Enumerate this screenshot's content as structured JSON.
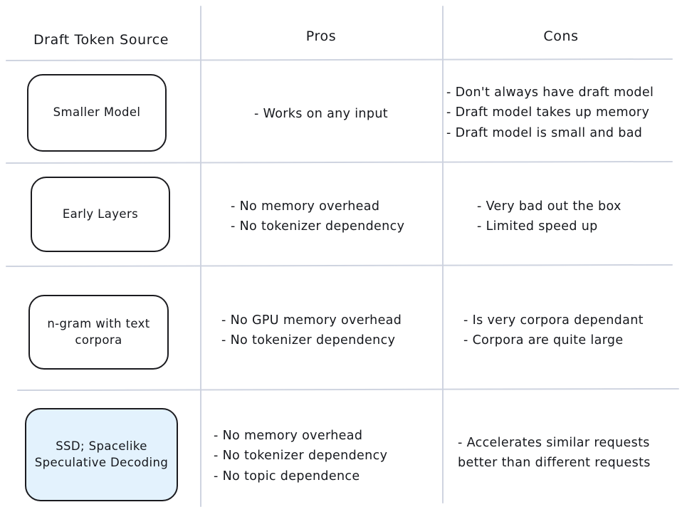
{
  "diagram": {
    "title_row": {
      "source_header": "Draft Token Source",
      "pros_header": "Pros",
      "cons_header": "Cons"
    },
    "accent_color": "#e3f2fd",
    "rule_color": "#ccd2de",
    "ink_color": "#1b1b1f",
    "rows": [
      {
        "source": "Smaller Model",
        "highlighted": false,
        "pros": "- Works on any input",
        "cons": "- Don't always have draft model\n- Draft model takes up memory\n- Draft model is small and bad"
      },
      {
        "source": "Early Layers",
        "highlighted": false,
        "pros": "- No memory overhead\n- No tokenizer dependency",
        "cons": "- Very bad out the box\n- Limited speed up"
      },
      {
        "source": "n-gram with text\ncorpora",
        "highlighted": false,
        "pros": "- No GPU memory overhead\n- No tokenizer dependency",
        "cons": "- Is very corpora dependant\n- Corpora are quite large"
      },
      {
        "source": "SSD;\nSpacelike Speculative\nDecoding",
        "highlighted": true,
        "pros": "- No memory overhead\n- No tokenizer dependency\n- No topic dependence",
        "cons": "- Accelerates similar requests\nbetter than different requests"
      }
    ]
  }
}
